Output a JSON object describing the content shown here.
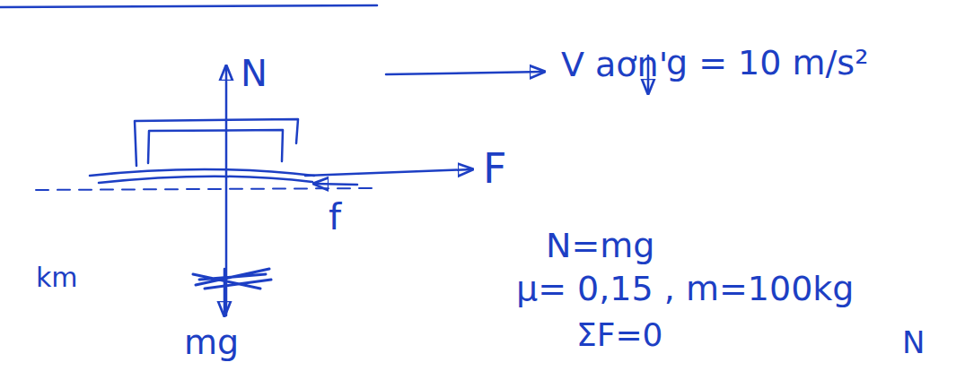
{
  "diagram": {
    "labels": [
      "N",
      "V aơn'",
      "g = 10 m/s²",
      "F",
      "f",
      "km",
      "mg",
      "N=mg",
      "μ= 0,15 , m=100kg",
      "ΣF=0",
      "N"
    ]
  }
}
